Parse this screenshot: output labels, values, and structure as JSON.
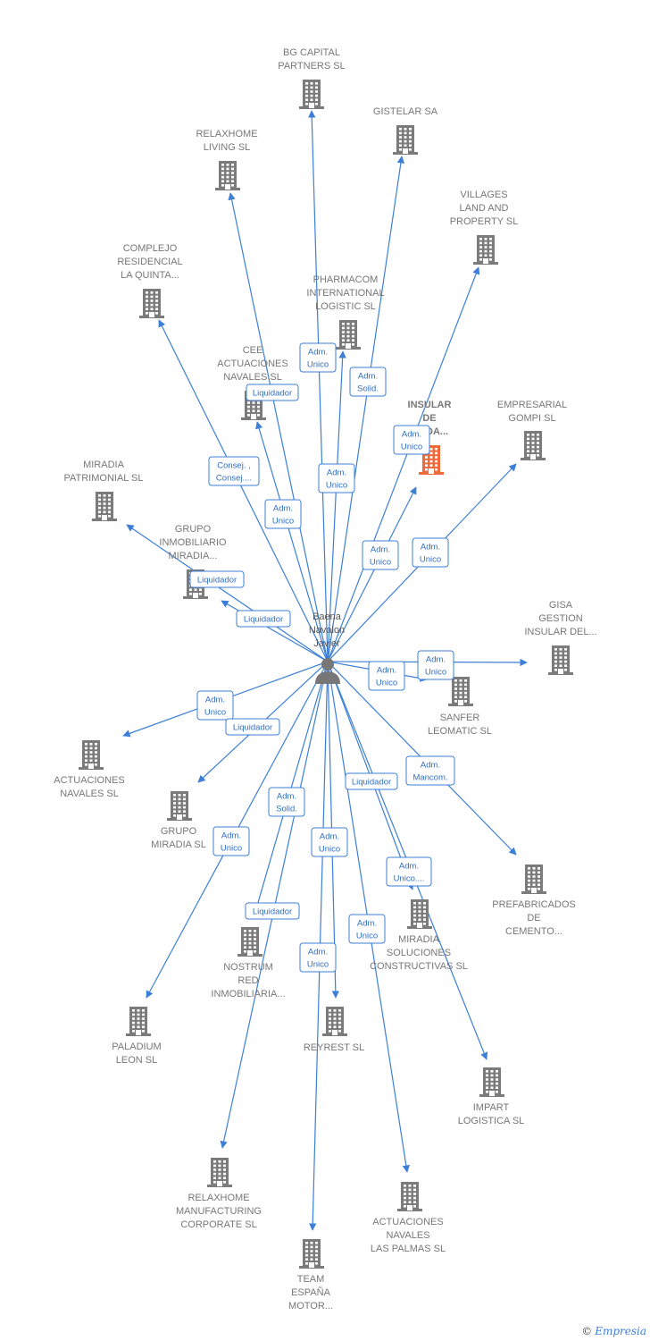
{
  "person": {
    "lines": [
      "Baena",
      "Navalon",
      "Javier"
    ],
    "icon": "person-icon"
  },
  "colors": {
    "edge": "#3d7fd6",
    "building": "#7b7b7b",
    "highlight": "#ee6a3c"
  },
  "companies": [
    {
      "id": "bg-capital",
      "lines": [
        "BG CAPITAL",
        "PARTNERS  SL"
      ]
    },
    {
      "id": "gistelar",
      "lines": [
        "GISTELAR SA"
      ]
    },
    {
      "id": "relaxhome-living",
      "lines": [
        "RELAXHOME",
        "LIVING SL"
      ]
    },
    {
      "id": "villages",
      "lines": [
        "VILLAGES",
        "LAND AND",
        "PROPERTY SL"
      ]
    },
    {
      "id": "complejo",
      "lines": [
        "COMPLEJO",
        "RESIDENCIAL",
        "LA QUINTA..."
      ]
    },
    {
      "id": "pharmacom",
      "lines": [
        "PHARMACOM",
        "INTERNATIONAL",
        "LOGISTIC  SL"
      ]
    },
    {
      "id": "cee",
      "lines": [
        "CEE",
        "ACTUACIONES",
        "NAVALES SL"
      ]
    },
    {
      "id": "insular",
      "lines": [
        "INSULAR",
        "DE",
        "...NDA..."
      ],
      "highlight": true
    },
    {
      "id": "empresarial-gompi",
      "lines": [
        "EMPRESARIAL",
        "GOMPI SL"
      ]
    },
    {
      "id": "miradia-patrimonial",
      "lines": [
        "MIRADIA",
        "PATRIMONIAL SL"
      ]
    },
    {
      "id": "grupo-inmobiliario",
      "lines": [
        "GRUPO",
        "INMOBILIARIO",
        "MIRADIA..."
      ]
    },
    {
      "id": "gisa",
      "lines": [
        "GISA",
        "GESTION",
        "INSULAR DEL..."
      ]
    },
    {
      "id": "sanfer",
      "lines": [
        "SANFER",
        "LEOMATIC SL"
      ]
    },
    {
      "id": "actuaciones-navales",
      "lines": [
        "ACTUACIONES",
        "NAVALES  SL"
      ]
    },
    {
      "id": "grupo-miradia",
      "lines": [
        "GRUPO",
        "MIRADIA SL"
      ]
    },
    {
      "id": "prefabricados",
      "lines": [
        "PREFABRICADOS",
        "DE",
        "CEMENTO..."
      ]
    },
    {
      "id": "miradia-soluciones",
      "lines": [
        "MIRADIA",
        "SOLUCIONES",
        "CONSTRUCTIVAS SL"
      ]
    },
    {
      "id": "nostrum",
      "lines": [
        "NOSTRUM",
        "RED",
        "INMOBILIARIA..."
      ]
    },
    {
      "id": "paladium",
      "lines": [
        "PALADIUM",
        "LEON SL"
      ]
    },
    {
      "id": "reyrest",
      "lines": [
        "REYREST  SL"
      ]
    },
    {
      "id": "impart",
      "lines": [
        "IMPART",
        "LOGISTICA SL"
      ]
    },
    {
      "id": "relaxhome-manufacturing",
      "lines": [
        "RELAXHOME",
        "MANUFACTURING",
        "CORPORATE SL"
      ]
    },
    {
      "id": "actuaciones-las-palmas",
      "lines": [
        "ACTUACIONES",
        "NAVALES",
        "LAS PALMAS SL"
      ]
    },
    {
      "id": "team-espana",
      "lines": [
        "TEAM",
        "ESPAÑA",
        "MOTOR..."
      ]
    }
  ],
  "relations": [
    {
      "id": "r1",
      "lines": [
        "Adm.",
        "Unico"
      ]
    },
    {
      "id": "r2",
      "lines": [
        "Adm.",
        "Solid."
      ]
    },
    {
      "id": "r3",
      "lines": [
        "Liquidador"
      ]
    },
    {
      "id": "r4",
      "lines": [
        "Adm.",
        "Unico"
      ]
    },
    {
      "id": "r5",
      "lines": [
        "Consej. ,",
        "Consej...."
      ]
    },
    {
      "id": "r6",
      "lines": [
        "Adm.",
        "Unico"
      ]
    },
    {
      "id": "r7",
      "lines": [
        "Adm.",
        "Unico"
      ]
    },
    {
      "id": "r8",
      "lines": [
        "Adm.",
        "Unico"
      ]
    },
    {
      "id": "r9",
      "lines": [
        "Adm.",
        "Unico"
      ]
    },
    {
      "id": "r10",
      "lines": [
        "Liquidador"
      ]
    },
    {
      "id": "r11",
      "lines": [
        "Liquidador"
      ]
    },
    {
      "id": "r12",
      "lines": [
        "Adm.",
        "Unico"
      ]
    },
    {
      "id": "r13",
      "lines": [
        "Adm.",
        "Unico"
      ]
    },
    {
      "id": "r14",
      "lines": [
        "Adm.",
        "Unico"
      ]
    },
    {
      "id": "r15",
      "lines": [
        "Liquidador"
      ]
    },
    {
      "id": "r16",
      "lines": [
        "Adm.",
        "Solid."
      ]
    },
    {
      "id": "r17",
      "lines": [
        "Liquidador"
      ]
    },
    {
      "id": "r18",
      "lines": [
        "Adm.",
        "Mancom."
      ]
    },
    {
      "id": "r19",
      "lines": [
        "Adm.",
        "Unico"
      ]
    },
    {
      "id": "r20",
      "lines": [
        "Adm.",
        "Unico"
      ]
    },
    {
      "id": "r21",
      "lines": [
        "Adm.",
        "Unico...."
      ]
    },
    {
      "id": "r22",
      "lines": [
        "Liquidador"
      ]
    },
    {
      "id": "r23",
      "lines": [
        "Adm.",
        "Unico"
      ]
    },
    {
      "id": "r24",
      "lines": [
        "Adm.",
        "Unico"
      ]
    }
  ],
  "brand": {
    "copyright": "©",
    "name": "Empresia"
  }
}
